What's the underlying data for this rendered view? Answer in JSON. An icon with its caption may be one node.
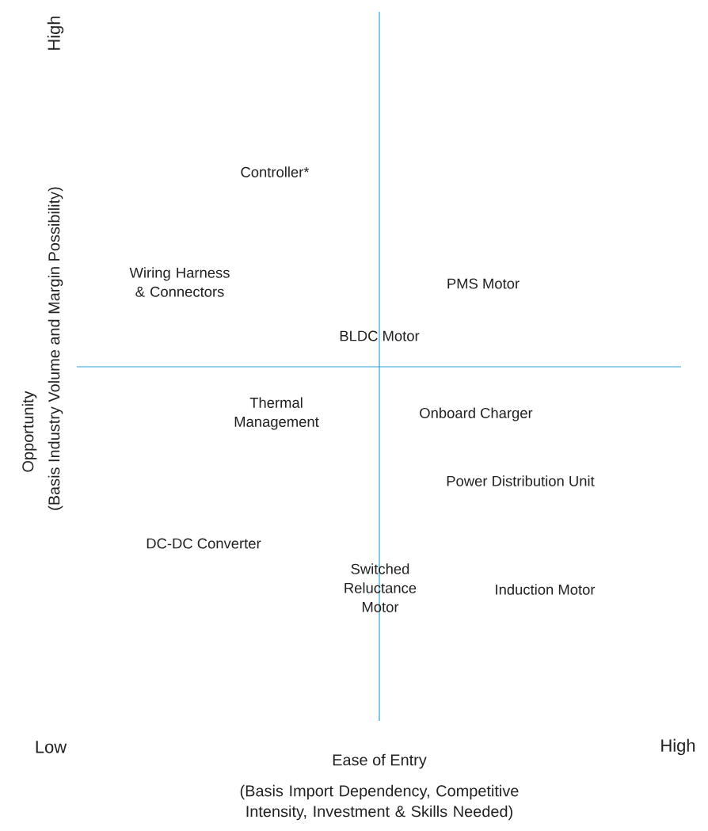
{
  "diagram": {
    "labels": [
      "High",
      "Opportunity",
      "(Basis Industry Volume and Margin Possibility)",
      "Controller*",
      "Wiring Harness & Connectors",
      "PMS Motor",
      "BLDC Motor",
      "Thermal Management",
      "Onboard Charger",
      "Power Distribution Unit",
      "DC-DC Converter",
      "Switched Reluctance Motor",
      "Induction Motor",
      "Low",
      "High",
      "Ease of Entry",
      "(Basis Import Dependency, Competitive Intensity, Investment & Skills Needed)"
    ]
  }
}
